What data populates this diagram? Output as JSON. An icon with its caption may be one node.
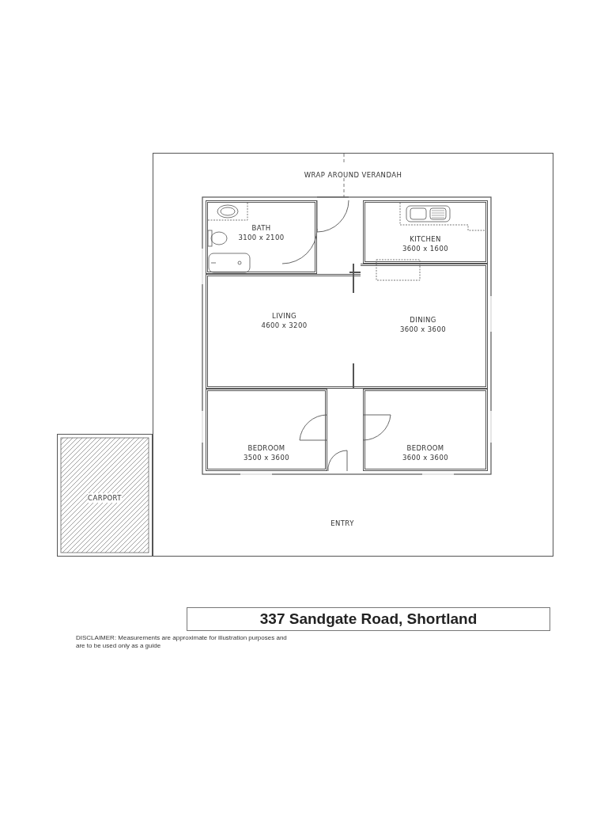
{
  "diagram": {
    "title": "337 Sandgate Road, Shortland",
    "caption": "DISCLAIMER: Measurements are approximate for illustration purposes and are to be used only as a guide",
    "nodes": [
      {
        "text": [
          "WRAP AROUND VERANDAH"
        ]
      },
      {
        "text": [
          "BATH",
          "3100 x 2100"
        ],
        "in": 0
      },
      {
        "text": [
          "KITCHEN",
          "3600 x 1600"
        ],
        "in": 0
      },
      {
        "text": [
          "LIVING",
          "4600 x 3200"
        ],
        "in": 0
      },
      {
        "text": [
          "DINING",
          "3600 x 3600"
        ],
        "in": 0
      },
      {
        "text": [
          "BEDROOM",
          "3500 x 3600"
        ],
        "in": 0
      },
      {
        "text": [
          "BEDROOM",
          "3600 x 3600"
        ],
        "in": 0
      },
      {
        "text": [
          "CARPORT"
        ]
      }
    ],
    "edges": [],
    "labels": [
      "ENTRY"
    ]
  }
}
